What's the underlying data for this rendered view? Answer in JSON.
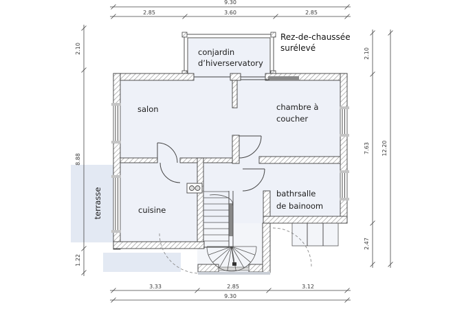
{
  "title": {
    "line1": "Rez-de-chaussée",
    "line2": "surélevé"
  },
  "rooms": {
    "conservatory_line1": "conjardin",
    "conservatory_line2": "d’hiverservatory",
    "living": "salon",
    "bedroom_line1": "chambre à",
    "bedroom_line2": "coucher",
    "kitchen": "cuisine",
    "bath_line1": "bathrsalle",
    "bath_line2": "de bainoom",
    "terrace": "terrasse"
  },
  "dims": {
    "top_total": "9.30",
    "top": [
      "2.85",
      "3.60",
      "2.85"
    ],
    "bottom": [
      "3.33",
      "2.85",
      "3.12"
    ],
    "bottom_total": "9.30",
    "left": [
      "2.10",
      "8.88",
      "1.22"
    ],
    "right": [
      "2.10",
      "7.63",
      "2.47"
    ],
    "right_total": "12.20"
  },
  "colors": {
    "room_fill": "#eef1f8",
    "porch_fill": "#f3f5f9",
    "terrace_fill": "#e3e9f3",
    "dark_band": "#8a8a8a",
    "sill": "#c4c4c4",
    "threshold": "#d9d9d9",
    "step_band": "#c9ced6"
  }
}
